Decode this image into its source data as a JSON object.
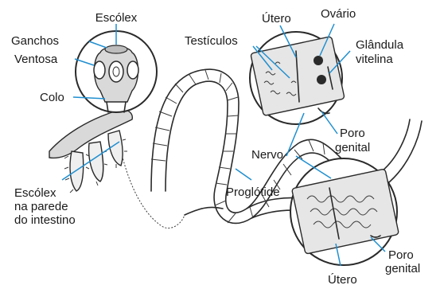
{
  "labels": {
    "escolex_top": "Escólex",
    "ganchos": "Ganchos",
    "ventosa": "Ventosa",
    "colo": "Colo",
    "testiculos": "Testículos",
    "utero_top": "Útero",
    "ovario": "Ovário",
    "glandula_line1": "Glândula",
    "glandula_line2": "vitelina",
    "poro_mid_line1": "Poro",
    "poro_mid_line2": "genital",
    "nervo": "Nervo",
    "escolex_side_line1": "Escólex",
    "escolex_side_line2": "na parede",
    "escolex_side_line3": "do intestino",
    "proglotide": "Proglótide",
    "poro_bottom_line1": "Poro",
    "poro_bottom_line2": "genital",
    "utero_bottom": "Útero"
  },
  "colors": {
    "leader_line": "#1f8fd0",
    "outline": "#2a2a2a",
    "shading": "#d9d9d9"
  }
}
